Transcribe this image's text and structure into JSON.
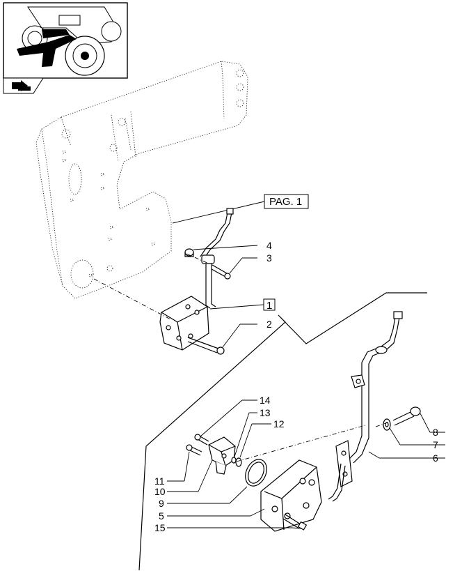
{
  "page_ref_label": "PAG. 1",
  "group_label": "1",
  "callouts": [
    {
      "id": "c4",
      "text": "4"
    },
    {
      "id": "c3",
      "text": "3"
    },
    {
      "id": "c2",
      "text": "2"
    },
    {
      "id": "c14",
      "text": "14"
    },
    {
      "id": "c13",
      "text": "13"
    },
    {
      "id": "c12",
      "text": "12"
    },
    {
      "id": "c8",
      "text": "8"
    },
    {
      "id": "c7",
      "text": "7"
    },
    {
      "id": "c6",
      "text": "6"
    },
    {
      "id": "c11",
      "text": "11"
    },
    {
      "id": "c10",
      "text": "10"
    },
    {
      "id": "c9",
      "text": "9"
    },
    {
      "id": "c5",
      "text": "5"
    },
    {
      "id": "c15",
      "text": "15"
    }
  ]
}
